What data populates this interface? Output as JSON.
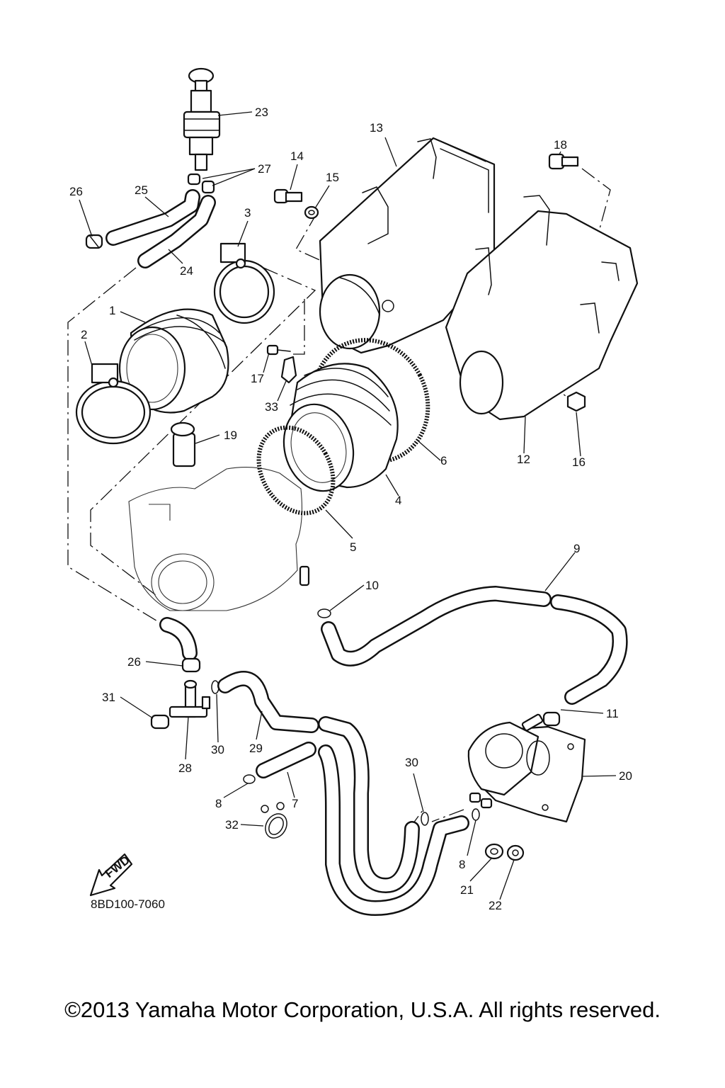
{
  "diagram_code": "8BD100-7060",
  "direction_label": "FWD",
  "copyright": "©2013 Yamaha Motor Corporation, U.S.A. All rights reserved.",
  "callouts": {
    "c1": "1",
    "c2": "2",
    "c3": "3",
    "c4": "4",
    "c5": "5",
    "c6": "6",
    "c7": "7",
    "c8a": "8",
    "c8b": "8",
    "c9": "9",
    "c10": "10",
    "c11": "11",
    "c12": "12",
    "c13": "13",
    "c14": "14",
    "c15": "15",
    "c16": "16",
    "c17": "17",
    "c18": "18",
    "c19": "19",
    "c20": "20",
    "c21": "21",
    "c22": "22",
    "c23": "23",
    "c24": "24",
    "c25": "25",
    "c26a": "26",
    "c26b": "26",
    "c27": "27",
    "c28": "28",
    "c29": "29",
    "c30a": "30",
    "c30b": "30",
    "c31": "31",
    "c32": "32",
    "c33": "33"
  }
}
